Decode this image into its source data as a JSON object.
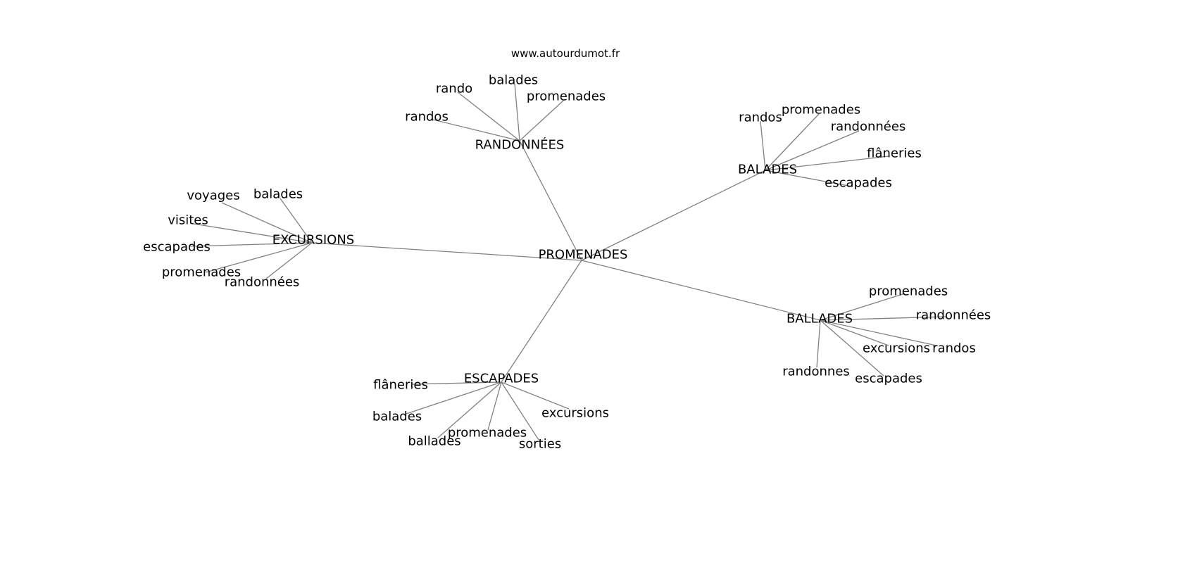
{
  "watermark": "www.autourdumot.fr",
  "center": "PROMENADES",
  "edge_color": "#808080",
  "clusters": [
    {
      "label": "RANDONNÉES",
      "words": [
        "rando",
        "balades",
        "promenades",
        "randos"
      ]
    },
    {
      "label": "BALADES",
      "words": [
        "randos",
        "promenades",
        "randonnées",
        "flâneries",
        "escapades"
      ]
    },
    {
      "label": "EXCURSIONS",
      "words": [
        "voyages",
        "balades",
        "visites",
        "escapades",
        "promenades",
        "randonnées"
      ]
    },
    {
      "label": "ESCAPADES",
      "words": [
        "flâneries",
        "balades",
        "ballades",
        "promenades",
        "sorties",
        "excursions"
      ]
    },
    {
      "label": "BALLADES",
      "words": [
        "promenades",
        "randonnées",
        "excursions",
        "randos",
        "randonnes",
        "escapades"
      ]
    }
  ]
}
